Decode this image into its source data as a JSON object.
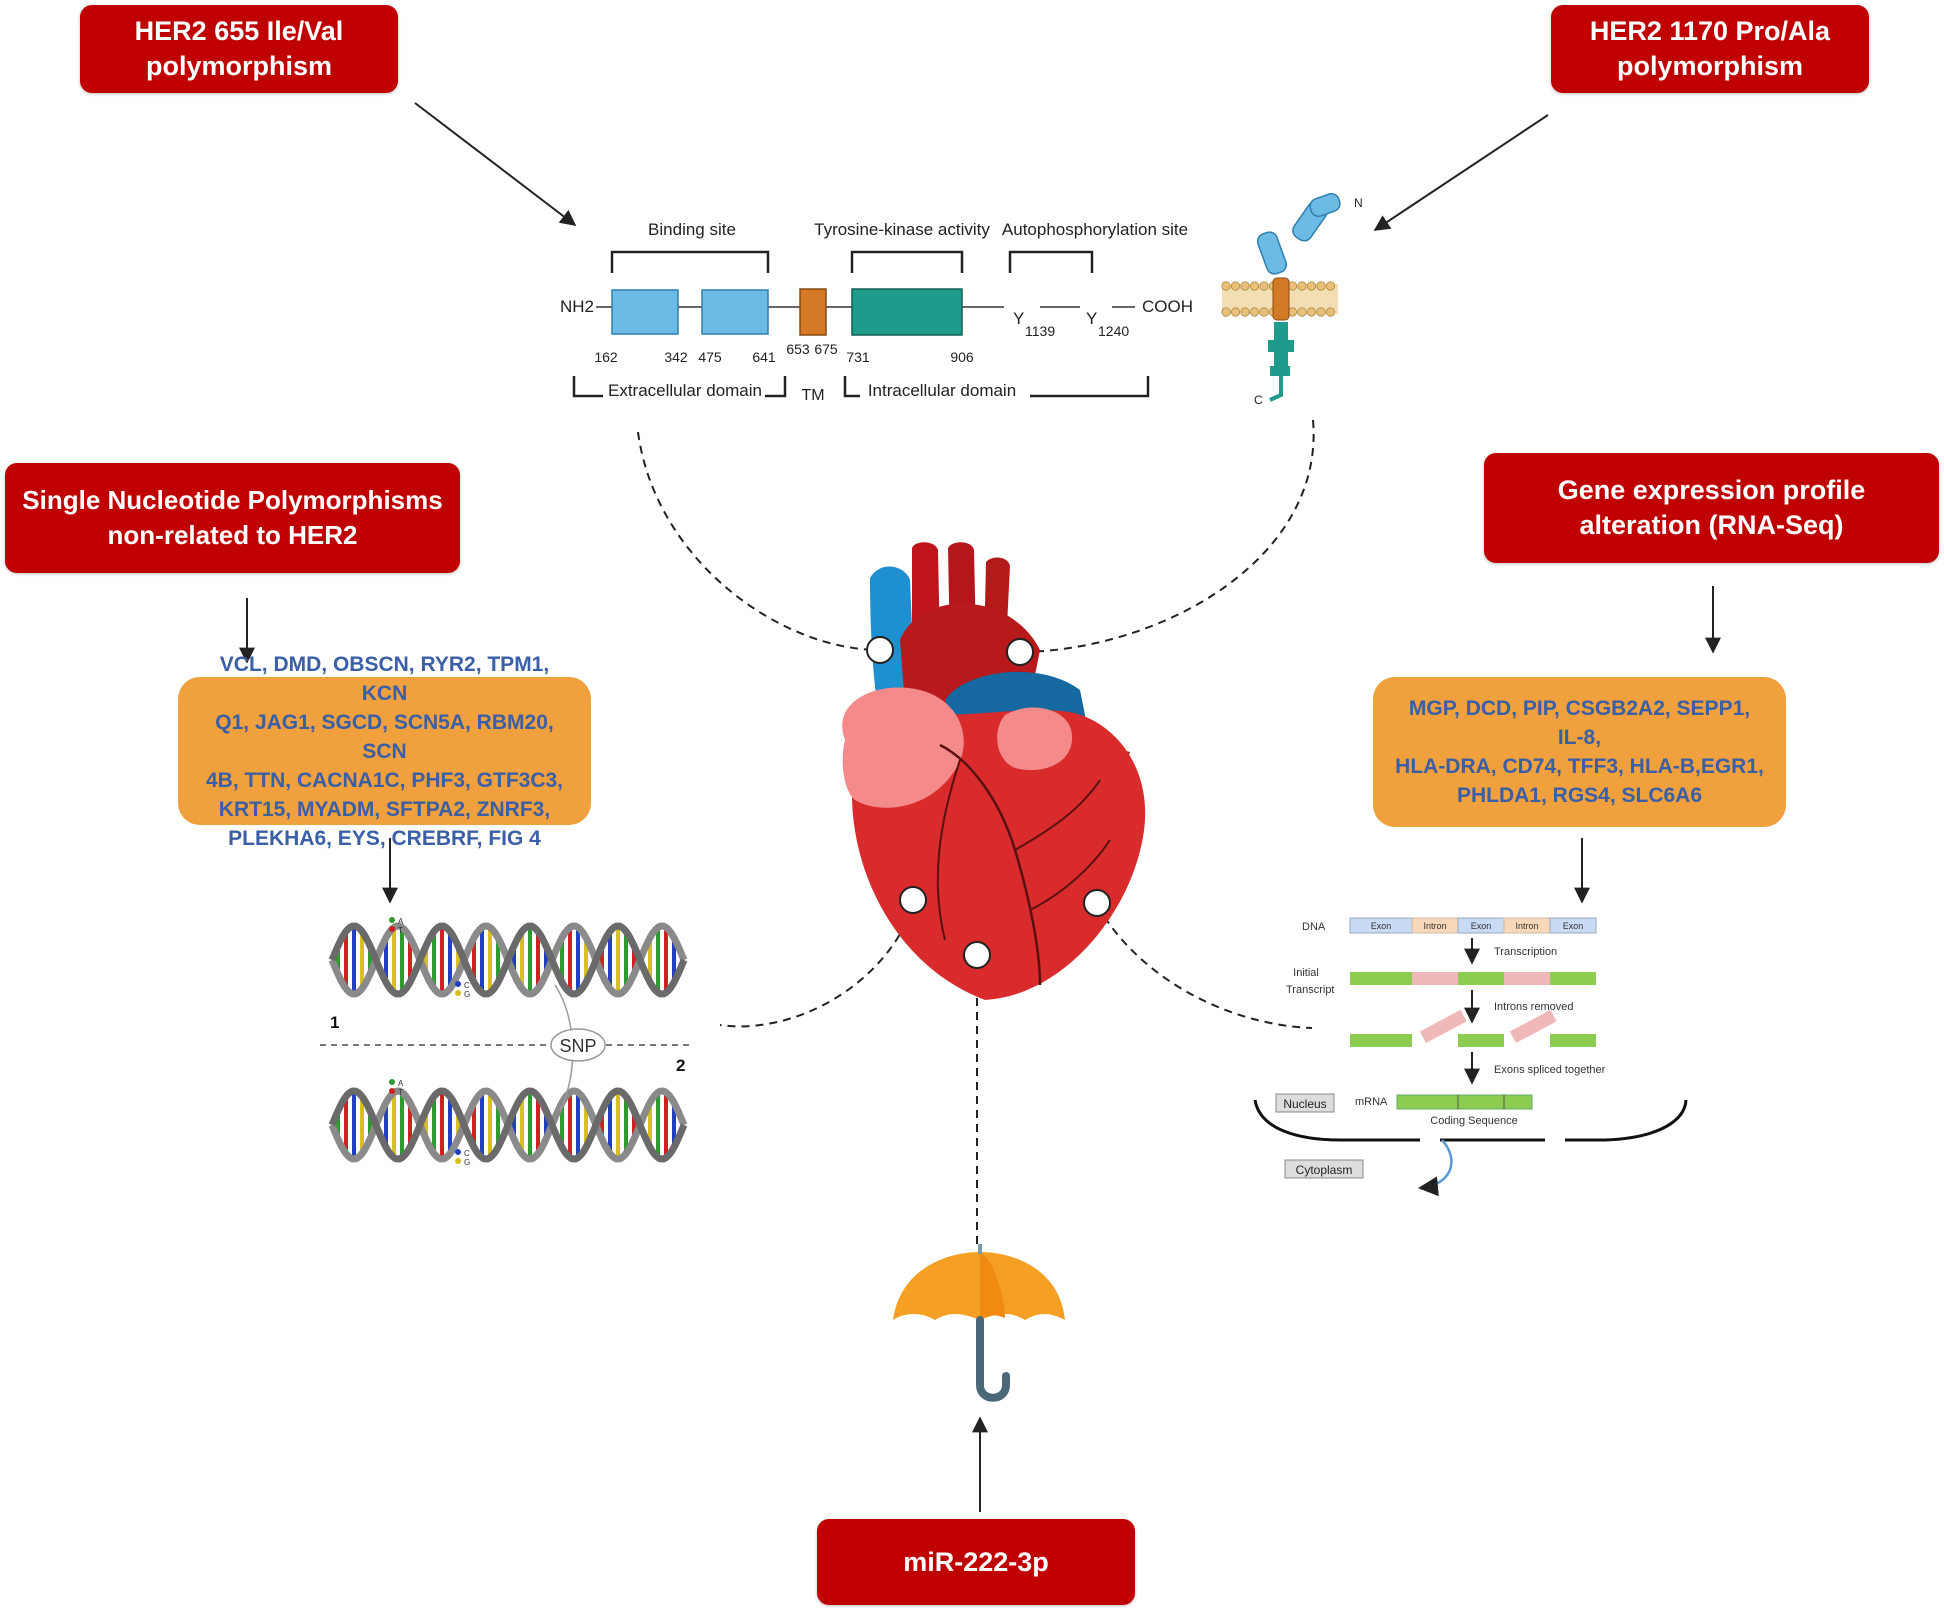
{
  "boxes": {
    "her2_655": "HER2 655 Ile/Val\npolymorphism",
    "her2_1170": "HER2 1170 Pro/Ala\npolymorphism",
    "snp_non_her2": "Single Nucleotide Polymorphisms\nnon-related to HER2",
    "gene_expression": "Gene expression profile\nalteration (RNA-Seq)",
    "mirna": "miR-222-3p"
  },
  "gene_lists": {
    "snp_genes": "VCL, DMD, OBSCN, RYR2, TPM1, KCN\nQ1, JAG1, SGCD, SCN5A, RBM20, SCN\n4B, TTN, CACNA1C, PHF3, GTF3C3,\nKRT15, MYADM, SFTPA2, ZNRF3,\nPLEKHA6, EYS, CREBRF, FIG 4",
    "rna_genes": "MGP, DCD, PIP, CSGB2A2, SEPP1, IL-8,\nHLA-DRA, CD74, TFF3, HLA-B,EGR1,\nPHLDA1, RGS4, SLC6A6"
  },
  "protein": {
    "binding_site": "Binding site",
    "tk_activity": "Tyrosine-kinase activity",
    "autophos_site": "Autophosphorylation site",
    "nh2": "NH2",
    "cooh": "COOH",
    "y": "Y",
    "y1_sub": "1139",
    "y2_sub": "1240",
    "pos_162": "162",
    "pos_342": "342",
    "pos_475": "475",
    "pos_641": "641",
    "pos_653": "653",
    "pos_675": "675",
    "pos_731": "731",
    "pos_906": "906",
    "extracellular": "Extracellular domain",
    "tm": "TM",
    "intracellular": "Intracellular domain",
    "receptor_n": "N",
    "receptor_c": "C"
  },
  "snp_panel": {
    "label_1": "1",
    "label_2": "2",
    "snp": "SNP",
    "legend_a": "A",
    "legend_t": "T",
    "legend_c": "C",
    "legend_g": "G"
  },
  "splicing": {
    "dna": "DNA",
    "exon": "Exon",
    "intron": "Intron",
    "transcription": "Transcription",
    "initial_transcript": "Initial\nTranscript",
    "introns_removed": "Introns removed",
    "exons_spliced": "Exons spliced together",
    "nucleus": "Nucleus",
    "mrna": "mRNA",
    "coding_sequence": "Coding Sequence",
    "cytoplasm": "Cytoplasm"
  }
}
